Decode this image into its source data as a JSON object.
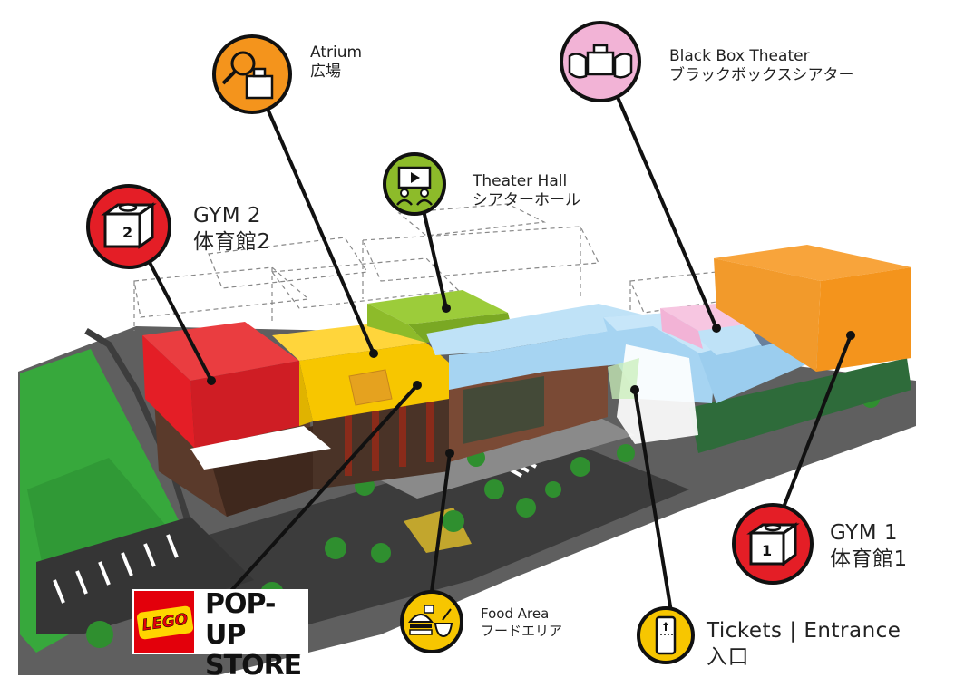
{
  "labels": {
    "atrium": {
      "en": "Atrium",
      "ja": "広場"
    },
    "black_box": {
      "en": "Black Box Theater",
      "ja": "ブラックボックスシアター"
    },
    "theater_hall": {
      "en": "Theater Hall",
      "ja": "シアターホール"
    },
    "gym2": {
      "en": "GYM 2",
      "ja": "体育館2",
      "badge": "2"
    },
    "gym1": {
      "en": "GYM 1",
      "ja": "体育館1",
      "badge": "1"
    },
    "food": {
      "en": "Food Area",
      "ja": "フードエリア"
    },
    "tickets": {
      "en": "Tickets | Entrance",
      "ja": "入口"
    }
  },
  "popup_store": {
    "brand": "LEGO",
    "line1": "POP-UP",
    "line2": "STORE"
  },
  "icons": {
    "atrium": "magnifier-brick-icon",
    "black_box": "hands-brick-icon",
    "theater_hall": "screen-audience-icon",
    "gym2": "brick-2-icon",
    "gym1": "brick-1-icon",
    "food": "burger-bowl-icon",
    "tickets": "ticket-icon"
  },
  "colors": {
    "gym2": "#e41e26",
    "atrium": "#f7c600",
    "theater_hall": "#8dbb2a",
    "walkway": "#a6d4f2",
    "black_box": "#f2b3d6",
    "gym1": "#f4941c",
    "atrium_icon": "#f4941c",
    "food_icon": "#f7c600",
    "tickets_icon": "#f7c600",
    "lego_red": "#e3000b",
    "lego_yellow": "#ffd500"
  }
}
